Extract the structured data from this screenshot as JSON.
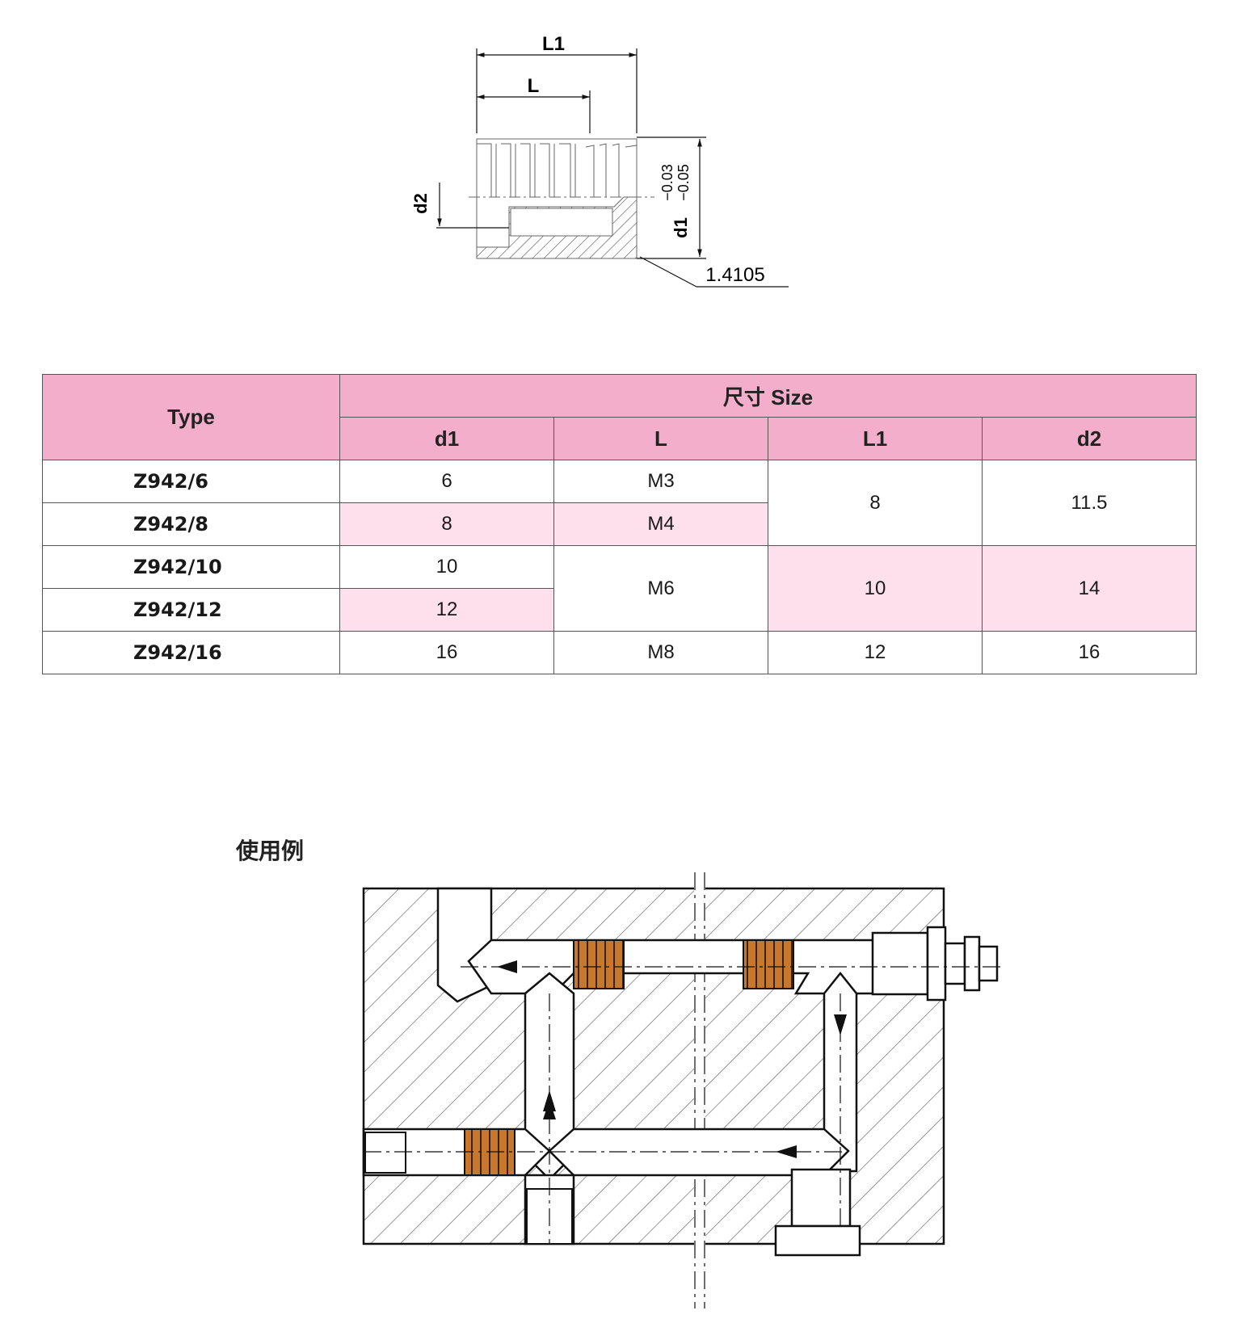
{
  "part_drawing": {
    "dim_L1": "L1",
    "dim_L": "L",
    "dim_d2": "d2",
    "dim_d1": "d1",
    "tol_upper": "−0.03",
    "tol_lower": "−0.05",
    "material": "1.4105"
  },
  "table": {
    "type_header": "Type",
    "size_header": "尺寸  Size",
    "columns": [
      "d1",
      "L",
      "L1",
      "d2"
    ],
    "rows": [
      {
        "type": "Z942/6",
        "d1": "6",
        "L": "M3",
        "L1": "8",
        "d2": "11.5"
      },
      {
        "type": "Z942/8",
        "d1": "8",
        "L": "M4"
      },
      {
        "type": "Z942/10",
        "d1": "10",
        "L": "M6",
        "L1": "10",
        "d2": "14"
      },
      {
        "type": "Z942/12",
        "d1": "12"
      },
      {
        "type": "Z942/16",
        "d1": "16",
        "L": "M8",
        "L1": "12",
        "d2": "16"
      }
    ]
  },
  "usage": {
    "title": "使用例"
  },
  "colors": {
    "header_pink": "#f3aecb",
    "highlight_pink": "#fde0ec",
    "plug_orange": "#c8782c"
  }
}
